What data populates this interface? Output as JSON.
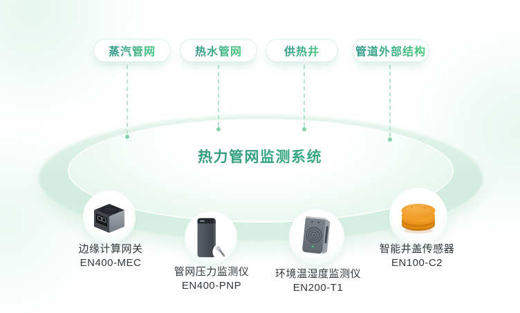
{
  "platform": {
    "title": "热力管网监测系统"
  },
  "top_tags": [
    {
      "label": "蒸汽管网"
    },
    {
      "label": "热水管网"
    },
    {
      "label": "供热井"
    },
    {
      "label": "管道外部结构"
    }
  ],
  "devices": [
    {
      "name": "边缘计算网关",
      "model": "EN400-MEC",
      "icon": "edge-computing-gateway-icon"
    },
    {
      "name": "管网压力监测仪",
      "model": "EN400-PNP",
      "icon": "pipeline-pressure-monitor-icon"
    },
    {
      "name": "环境温湿度监测仪",
      "model": "EN200-T1",
      "icon": "temp-humidity-monitor-icon"
    },
    {
      "name": "智能井盖传感器",
      "model": "EN100-C2",
      "icon": "smart-manhole-sensor-icon"
    }
  ],
  "colors": {
    "tag_text_gradient_start": "#2e968b",
    "tag_text_gradient_end": "#49ca7f",
    "title_gradient_start": "#277f7a",
    "title_gradient_end": "#3ec487",
    "platform_mint": "#d2ecdf",
    "dash_line": "#b5e2cf",
    "dash_dot": "#82d1ab",
    "device_label_text": "#31363b",
    "manhole_sensor_orange": "#f09f28"
  }
}
